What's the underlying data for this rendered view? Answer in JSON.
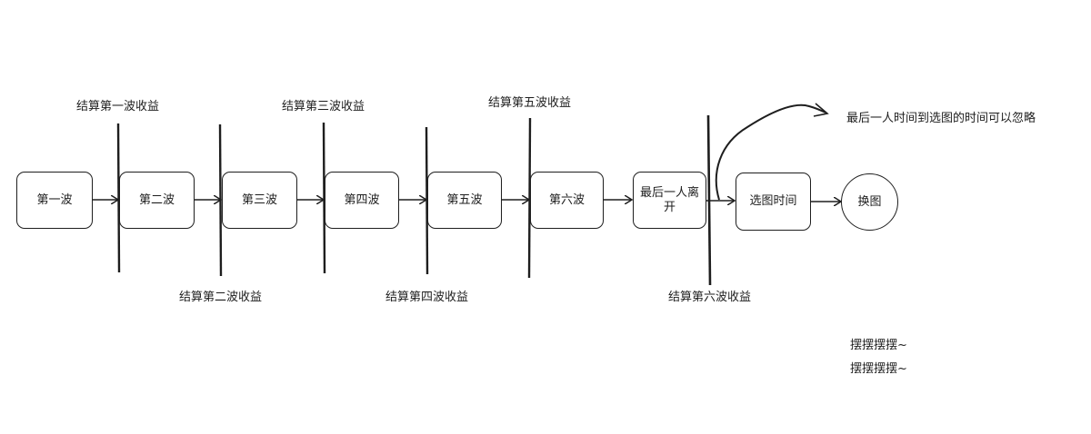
{
  "nodes": {
    "wave1": "第一波",
    "wave2": "第二波",
    "wave3": "第三波",
    "wave4": "第四波",
    "wave5": "第五波",
    "wave6": "第六波",
    "last_leave": "最后一人离开",
    "pick_time": "选图时间",
    "swap_map": "换图"
  },
  "settlements": {
    "s1": "结算第一波收益",
    "s2": "结算第二波收益",
    "s3": "结算第三波收益",
    "s4": "结算第四波收益",
    "s5": "结算第五波收益",
    "s6": "结算第六波收益"
  },
  "annotation": "最后一人时间到选图的时间可以忽略",
  "notes": [
    "摆摆摆摆~",
    "摆摆摆摆~"
  ]
}
